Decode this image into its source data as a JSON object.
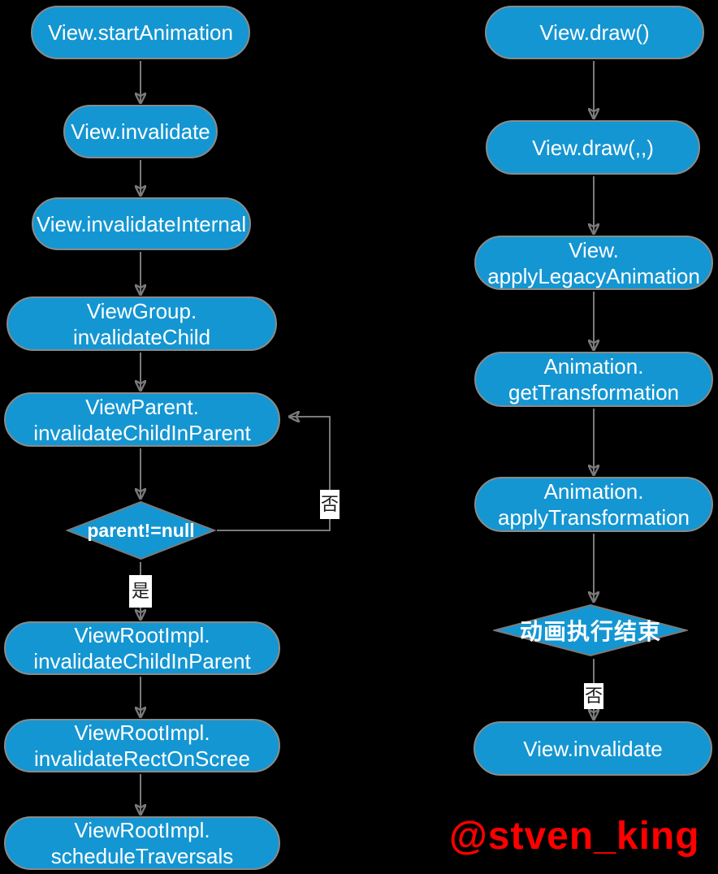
{
  "colors": {
    "background": "#000000",
    "node_fill": "#1496d2",
    "node_border": "#8a8a8a",
    "connector": "#7a7a7a",
    "node_text": "#ffffff",
    "edge_label_bg": "#ffffff",
    "edge_label_text": "#1a1a1a",
    "watermark": "#ff0000"
  },
  "watermark": "@stven_king",
  "left_flow": {
    "nodes": [
      {
        "text": "View.startAnimation"
      },
      {
        "text": "View.invalidate"
      },
      {
        "text": "View.invalidateInternal"
      },
      {
        "text": "ViewGroup.\ninvalidateChild"
      },
      {
        "text": "ViewParent.\ninvalidateChildInParent"
      },
      {
        "text": "ViewRootImpl.\ninvalidateChildInParent"
      },
      {
        "text": "ViewRootImpl.\ninvalidateRectOnScree"
      },
      {
        "text": "ViewRootImpl.\nscheduleTraversals"
      }
    ],
    "decision": {
      "text": "parent!=null"
    },
    "edge_labels": {
      "yes": "是",
      "no": "否"
    }
  },
  "right_flow": {
    "nodes": [
      {
        "text": "View.draw()"
      },
      {
        "text": "View.draw(,,)"
      },
      {
        "text": "View.\napplyLegacyAnimation"
      },
      {
        "text": "Animation.\ngetTransformation"
      },
      {
        "text": "Animation.\napplyTransformation"
      },
      {
        "text": "View.invalidate"
      }
    ],
    "decision": {
      "text": "动画执行结束"
    },
    "edge_labels": {
      "no": "否"
    }
  }
}
